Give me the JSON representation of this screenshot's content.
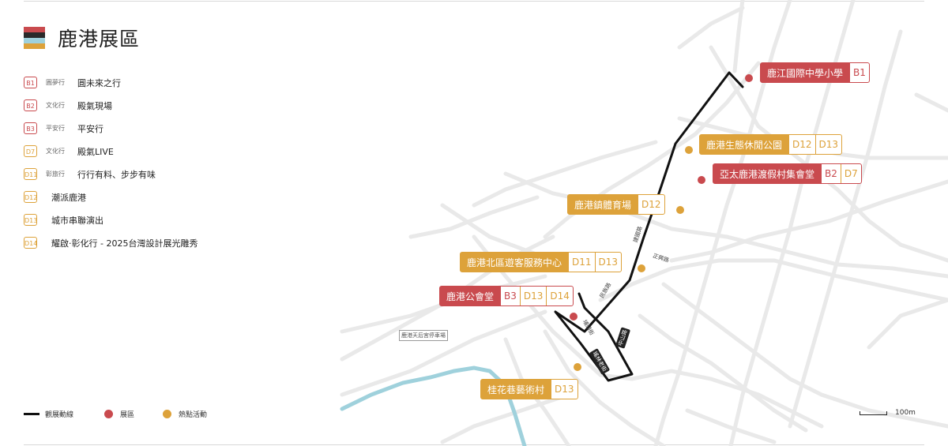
{
  "title": "鹿港展區",
  "colors": {
    "red": "#c94a4e",
    "yellow": "#dda23a",
    "route": "#111111",
    "river": "#9fd1dc",
    "road": "#e9e9e9"
  },
  "flag_colors": [
    "#c94a4e",
    "#2a2a2a",
    "#9fd1dc",
    "#dda23a"
  ],
  "legend": [
    {
      "code": "B1",
      "color": "red",
      "category": "圓夢行",
      "name": "圓未來之行"
    },
    {
      "code": "B2",
      "color": "red",
      "category": "文化行",
      "name": "殿氣現場"
    },
    {
      "code": "B3",
      "color": "red",
      "category": "平安行",
      "name": "平安行"
    },
    {
      "code": "D7",
      "color": "yellow",
      "category": "文化行",
      "name": "殿氣LIVE"
    },
    {
      "code": "D11",
      "color": "yellow",
      "category": "彰旅行",
      "name": "行行有料、步步有味"
    },
    {
      "code": "D12",
      "color": "yellow",
      "category": "",
      "name": "潮派鹿港"
    },
    {
      "code": "D13",
      "color": "yellow",
      "category": "",
      "name": "城市串聯演出"
    },
    {
      "code": "D14",
      "color": "yellow",
      "category": "",
      "name": "耀啟·彰化行 - 2025台灣設計展光雕秀"
    }
  ],
  "venues": [
    {
      "name": "鹿江國際中學小學",
      "color": "red",
      "codes": [
        {
          "code": "B1",
          "color": "red"
        }
      ]
    },
    {
      "name": "鹿港生態休閒公園",
      "color": "yellow",
      "codes": [
        {
          "code": "D12",
          "color": "yellow"
        },
        {
          "code": "D13",
          "color": "yellow"
        }
      ]
    },
    {
      "name": "亞太鹿港渡假村集會堂",
      "color": "red",
      "codes": [
        {
          "code": "B2",
          "color": "red"
        },
        {
          "code": "D7",
          "color": "yellow"
        }
      ]
    },
    {
      "name": "鹿港鎮體育場",
      "color": "yellow",
      "codes": [
        {
          "code": "D12",
          "color": "yellow"
        }
      ]
    },
    {
      "name": "鹿港北區遊客服務中心",
      "color": "yellow",
      "codes": [
        {
          "code": "D11",
          "color": "yellow"
        },
        {
          "code": "D13",
          "color": "yellow"
        }
      ]
    },
    {
      "name": "鹿港公會堂",
      "color": "red",
      "codes": [
        {
          "code": "B3",
          "color": "red"
        },
        {
          "code": "D13",
          "color": "yellow"
        },
        {
          "code": "D14",
          "color": "yellow"
        }
      ]
    },
    {
      "name": "桂花巷藝術村",
      "color": "yellow",
      "codes": [
        {
          "code": "D13",
          "color": "yellow"
        }
      ]
    }
  ],
  "streets": [
    "建國路",
    "正興路",
    "民族路",
    "埔頭街",
    "中山路",
    "瑤林老街"
  ],
  "parking_label": "鹿港天后宮停車場",
  "map_key": [
    {
      "kind": "line",
      "label": "觀展動線"
    },
    {
      "kind": "dot",
      "color": "red",
      "label": "展區"
    },
    {
      "kind": "dot",
      "color": "yellow",
      "label": "熱點活動"
    }
  ],
  "scale_label": "100m"
}
